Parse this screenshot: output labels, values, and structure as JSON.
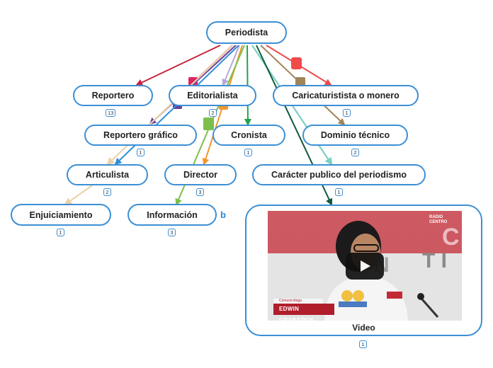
{
  "nodes": {
    "periodista": "Periodista",
    "reportero": "Reportero",
    "editorialista": "Editorialista",
    "caricaturista": "Caricaturistista o monero",
    "reportero_grafico": "Reportero gráfico",
    "cronista": "Cronista",
    "dominio_tecnico": "Dominio técnico",
    "articulista": "Articulista",
    "director": "Director",
    "caracter_publico": "Carácter publico del periodismo",
    "enjuiciamiento": "Enjuiciamiento",
    "informacion": "Información",
    "video": "Video"
  },
  "badges": {
    "reportero": "13",
    "editorialista": "2",
    "caricaturista": "1",
    "reportero_grafico": "1",
    "cronista": "1",
    "dominio_tecnico": "2",
    "articulista": "2",
    "director": "3",
    "caracter_publico": "1",
    "enjuiciamiento": "1",
    "informacion": "3",
    "video": "1"
  },
  "video_overlay": {
    "caption_top": "Comunicóloga",
    "caption_name": "EDWIN GRANADOS",
    "station": "RADIO CENTRO"
  },
  "icons": {
    "play": "play-icon",
    "link": "bing-link-icon"
  },
  "colors": {
    "node_border": "#3b8fd6",
    "edge_reportero": "#c8243b",
    "edge_editorialista": "#e0245e",
    "edge_reportero_grafico": "#6a3fa0",
    "edge_articulista": "#e9d2a8",
    "edge_director": "#f3972b",
    "edge_informacion": "#7cbf4a",
    "edge_cronista": "#22a34a",
    "edge_caracter": "#7ccfc4",
    "edge_video": "#0d5a3a",
    "edge_dominio": "#a0845a",
    "edge_caricaturista": "#f14a4a"
  }
}
